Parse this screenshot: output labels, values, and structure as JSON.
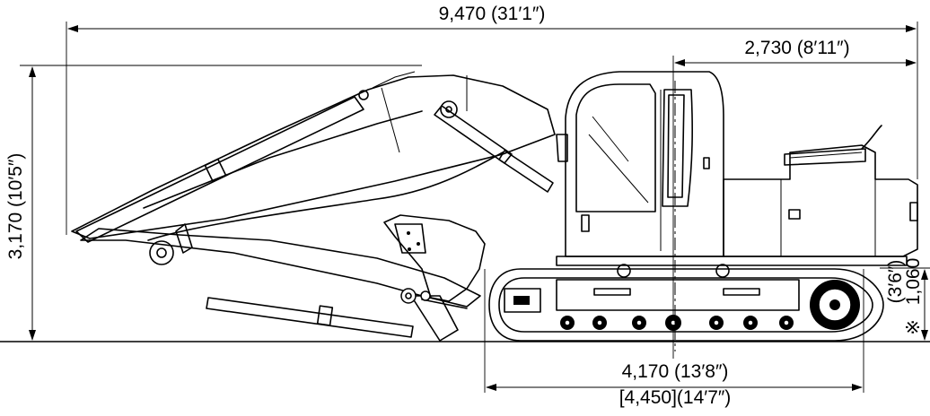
{
  "dimensions": {
    "overall_length": "9,470 (31′1″)",
    "rear_swing": "2,730 (8′11″)",
    "height": "3,170 (10′5″)",
    "clearance_imperial": "(3′6″)",
    "clearance_metric": "1,060",
    "clearance_mark": "※",
    "track_length": "4,170 (13′8″)",
    "track_length_alt": "[4,450](14′7″)"
  }
}
